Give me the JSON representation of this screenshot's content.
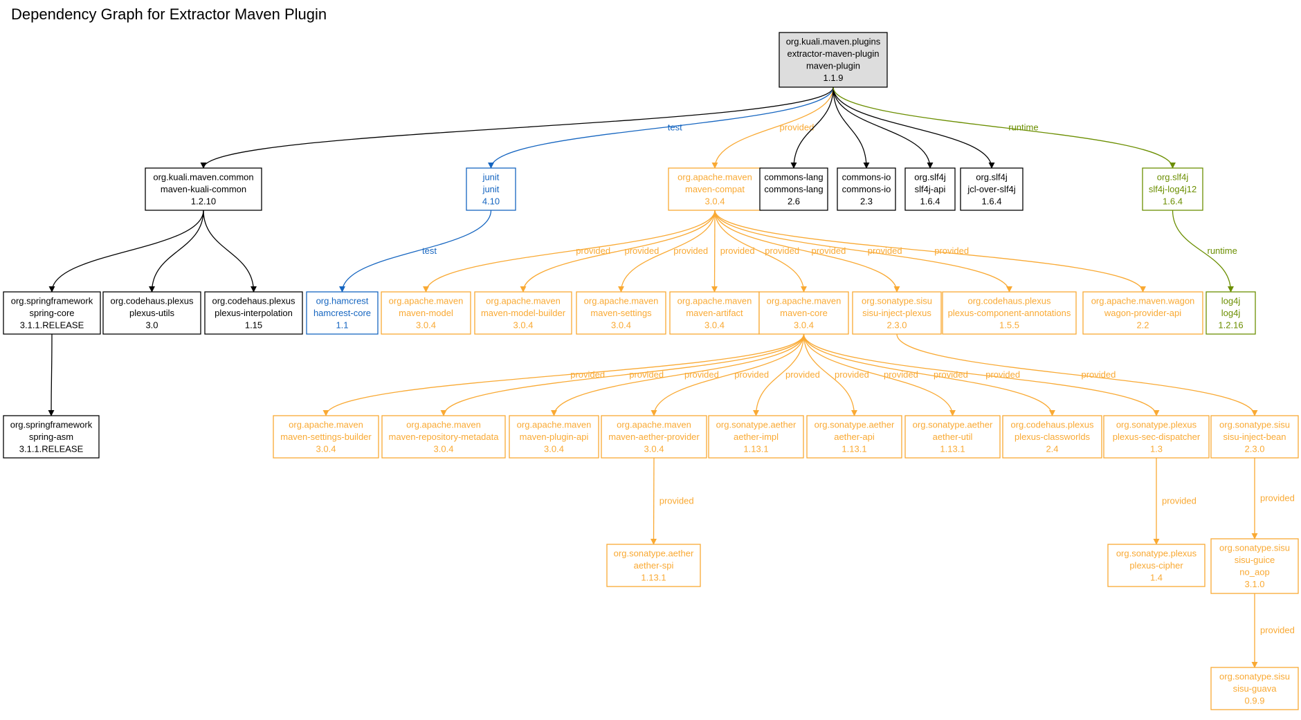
{
  "title": "Dependency Graph for Extractor Maven Plugin",
  "colors": {
    "compile": "#000000",
    "test": "#1565C0",
    "provided": "#F9A933",
    "runtime": "#6B8E00",
    "root_fill": "#DDDDDD"
  },
  "nodes": [
    {
      "id": "root",
      "lines": [
        "org.kuali.maven.plugins",
        "extractor-maven-plugin",
        "maven-plugin",
        "1.1.9"
      ],
      "scope": "compile",
      "root": true
    },
    {
      "id": "kuali-common",
      "lines": [
        "org.kuali.maven.common",
        "maven-kuali-common",
        "1.2.10"
      ],
      "scope": "compile"
    },
    {
      "id": "junit",
      "lines": [
        "junit",
        "junit",
        "4.10"
      ],
      "scope": "test"
    },
    {
      "id": "maven-compat",
      "lines": [
        "org.apache.maven",
        "maven-compat",
        "3.0.4"
      ],
      "scope": "provided"
    },
    {
      "id": "commons-lang",
      "lines": [
        "commons-lang",
        "commons-lang",
        "2.6"
      ],
      "scope": "compile"
    },
    {
      "id": "commons-io",
      "lines": [
        "commons-io",
        "commons-io",
        "2.3"
      ],
      "scope": "compile"
    },
    {
      "id": "slf4j-api",
      "lines": [
        "org.slf4j",
        "slf4j-api",
        "1.6.4"
      ],
      "scope": "compile"
    },
    {
      "id": "jcl-over-slf4j",
      "lines": [
        "org.slf4j",
        "jcl-over-slf4j",
        "1.6.4"
      ],
      "scope": "compile"
    },
    {
      "id": "slf4j-log4j12",
      "lines": [
        "org.slf4j",
        "slf4j-log4j12",
        "1.6.4"
      ],
      "scope": "runtime"
    },
    {
      "id": "spring-core",
      "lines": [
        "org.springframework",
        "spring-core",
        "3.1.1.RELEASE"
      ],
      "scope": "compile"
    },
    {
      "id": "plexus-utils",
      "lines": [
        "org.codehaus.plexus",
        "plexus-utils",
        "3.0"
      ],
      "scope": "compile"
    },
    {
      "id": "plexus-interpolation",
      "lines": [
        "org.codehaus.plexus",
        "plexus-interpolation",
        "1.15"
      ],
      "scope": "compile"
    },
    {
      "id": "hamcrest-core",
      "lines": [
        "org.hamcrest",
        "hamcrest-core",
        "1.1"
      ],
      "scope": "test"
    },
    {
      "id": "maven-model",
      "lines": [
        "org.apache.maven",
        "maven-model",
        "3.0.4"
      ],
      "scope": "provided"
    },
    {
      "id": "maven-model-builder",
      "lines": [
        "org.apache.maven",
        "maven-model-builder",
        "3.0.4"
      ],
      "scope": "provided"
    },
    {
      "id": "maven-settings",
      "lines": [
        "org.apache.maven",
        "maven-settings",
        "3.0.4"
      ],
      "scope": "provided"
    },
    {
      "id": "maven-artifact",
      "lines": [
        "org.apache.maven",
        "maven-artifact",
        "3.0.4"
      ],
      "scope": "provided"
    },
    {
      "id": "maven-core",
      "lines": [
        "org.apache.maven",
        "maven-core",
        "3.0.4"
      ],
      "scope": "provided"
    },
    {
      "id": "sisu-inject-plexus",
      "lines": [
        "org.sonatype.sisu",
        "sisu-inject-plexus",
        "2.3.0"
      ],
      "scope": "provided"
    },
    {
      "id": "plexus-component-annotations",
      "lines": [
        "org.codehaus.plexus",
        "plexus-component-annotations",
        "1.5.5"
      ],
      "scope": "provided"
    },
    {
      "id": "wagon-provider-api",
      "lines": [
        "org.apache.maven.wagon",
        "wagon-provider-api",
        "2.2"
      ],
      "scope": "provided"
    },
    {
      "id": "log4j",
      "lines": [
        "log4j",
        "log4j",
        "1.2.16"
      ],
      "scope": "runtime"
    },
    {
      "id": "spring-asm",
      "lines": [
        "org.springframework",
        "spring-asm",
        "3.1.1.RELEASE"
      ],
      "scope": "compile"
    },
    {
      "id": "maven-settings-builder",
      "lines": [
        "org.apache.maven",
        "maven-settings-builder",
        "3.0.4"
      ],
      "scope": "provided"
    },
    {
      "id": "maven-repository-metadata",
      "lines": [
        "org.apache.maven",
        "maven-repository-metadata",
        "3.0.4"
      ],
      "scope": "provided"
    },
    {
      "id": "maven-plugin-api",
      "lines": [
        "org.apache.maven",
        "maven-plugin-api",
        "3.0.4"
      ],
      "scope": "provided"
    },
    {
      "id": "maven-aether-provider",
      "lines": [
        "org.apache.maven",
        "maven-aether-provider",
        "3.0.4"
      ],
      "scope": "provided"
    },
    {
      "id": "aether-impl",
      "lines": [
        "org.sonatype.aether",
        "aether-impl",
        "1.13.1"
      ],
      "scope": "provided"
    },
    {
      "id": "aether-api",
      "lines": [
        "org.sonatype.aether",
        "aether-api",
        "1.13.1"
      ],
      "scope": "provided"
    },
    {
      "id": "aether-util",
      "lines": [
        "org.sonatype.aether",
        "aether-util",
        "1.13.1"
      ],
      "scope": "provided"
    },
    {
      "id": "plexus-classworlds",
      "lines": [
        "org.codehaus.plexus",
        "plexus-classworlds",
        "2.4"
      ],
      "scope": "provided"
    },
    {
      "id": "plexus-sec-dispatcher",
      "lines": [
        "org.sonatype.plexus",
        "plexus-sec-dispatcher",
        "1.3"
      ],
      "scope": "provided"
    },
    {
      "id": "sisu-inject-bean",
      "lines": [
        "org.sonatype.sisu",
        "sisu-inject-bean",
        "2.3.0"
      ],
      "scope": "provided"
    },
    {
      "id": "aether-spi",
      "lines": [
        "org.sonatype.aether",
        "aether-spi",
        "1.13.1"
      ],
      "scope": "provided"
    },
    {
      "id": "plexus-cipher",
      "lines": [
        "org.sonatype.plexus",
        "plexus-cipher",
        "1.4"
      ],
      "scope": "provided"
    },
    {
      "id": "sisu-guice",
      "lines": [
        "org.sonatype.sisu",
        "sisu-guice",
        "no_aop",
        "3.1.0"
      ],
      "scope": "provided"
    },
    {
      "id": "sisu-guava",
      "lines": [
        "org.sonatype.sisu",
        "sisu-guava",
        "0.9.9"
      ],
      "scope": "provided"
    }
  ],
  "edges": [
    {
      "from": "root",
      "to": "kuali-common",
      "scope": "compile",
      "label": ""
    },
    {
      "from": "root",
      "to": "junit",
      "scope": "test",
      "label": "test"
    },
    {
      "from": "root",
      "to": "maven-compat",
      "scope": "provided",
      "label": "provided"
    },
    {
      "from": "root",
      "to": "commons-lang",
      "scope": "compile",
      "label": ""
    },
    {
      "from": "root",
      "to": "commons-io",
      "scope": "compile",
      "label": ""
    },
    {
      "from": "root",
      "to": "slf4j-api",
      "scope": "compile",
      "label": ""
    },
    {
      "from": "root",
      "to": "jcl-over-slf4j",
      "scope": "compile",
      "label": ""
    },
    {
      "from": "root",
      "to": "slf4j-log4j12",
      "scope": "runtime",
      "label": "runtime"
    },
    {
      "from": "kuali-common",
      "to": "spring-core",
      "scope": "compile",
      "label": ""
    },
    {
      "from": "kuali-common",
      "to": "plexus-utils",
      "scope": "compile",
      "label": ""
    },
    {
      "from": "kuali-common",
      "to": "plexus-interpolation",
      "scope": "compile",
      "label": ""
    },
    {
      "from": "junit",
      "to": "hamcrest-core",
      "scope": "test",
      "label": "test"
    },
    {
      "from": "maven-compat",
      "to": "maven-model",
      "scope": "provided",
      "label": "provided"
    },
    {
      "from": "maven-compat",
      "to": "maven-model-builder",
      "scope": "provided",
      "label": "provided"
    },
    {
      "from": "maven-compat",
      "to": "maven-settings",
      "scope": "provided",
      "label": "provided"
    },
    {
      "from": "maven-compat",
      "to": "maven-artifact",
      "scope": "provided",
      "label": "provided"
    },
    {
      "from": "maven-compat",
      "to": "maven-core",
      "scope": "provided",
      "label": "provided"
    },
    {
      "from": "maven-compat",
      "to": "sisu-inject-plexus",
      "scope": "provided",
      "label": "provided"
    },
    {
      "from": "maven-compat",
      "to": "plexus-component-annotations",
      "scope": "provided",
      "label": "provided"
    },
    {
      "from": "maven-compat",
      "to": "wagon-provider-api",
      "scope": "provided",
      "label": "provided"
    },
    {
      "from": "slf4j-log4j12",
      "to": "log4j",
      "scope": "runtime",
      "label": "runtime"
    },
    {
      "from": "spring-core",
      "to": "spring-asm",
      "scope": "compile",
      "label": ""
    },
    {
      "from": "maven-core",
      "to": "maven-settings-builder",
      "scope": "provided",
      "label": "provided"
    },
    {
      "from": "maven-core",
      "to": "maven-repository-metadata",
      "scope": "provided",
      "label": "provided"
    },
    {
      "from": "maven-core",
      "to": "maven-plugin-api",
      "scope": "provided",
      "label": "provided"
    },
    {
      "from": "maven-core",
      "to": "maven-aether-provider",
      "scope": "provided",
      "label": "provided"
    },
    {
      "from": "maven-core",
      "to": "aether-impl",
      "scope": "provided",
      "label": "provided"
    },
    {
      "from": "maven-core",
      "to": "aether-api",
      "scope": "provided",
      "label": "provided"
    },
    {
      "from": "maven-core",
      "to": "aether-util",
      "scope": "provided",
      "label": "provided"
    },
    {
      "from": "maven-core",
      "to": "plexus-classworlds",
      "scope": "provided",
      "label": "provided"
    },
    {
      "from": "maven-core",
      "to": "plexus-sec-dispatcher",
      "scope": "provided",
      "label": "provided"
    },
    {
      "from": "sisu-inject-plexus",
      "to": "sisu-inject-bean",
      "scope": "provided",
      "label": "provided"
    },
    {
      "from": "maven-aether-provider",
      "to": "aether-spi",
      "scope": "provided",
      "label": "provided"
    },
    {
      "from": "plexus-sec-dispatcher",
      "to": "plexus-cipher",
      "scope": "provided",
      "label": "provided"
    },
    {
      "from": "sisu-inject-bean",
      "to": "sisu-guice",
      "scope": "provided",
      "label": "provided"
    },
    {
      "from": "sisu-guice",
      "to": "sisu-guava",
      "scope": "provided",
      "label": "provided"
    }
  ]
}
